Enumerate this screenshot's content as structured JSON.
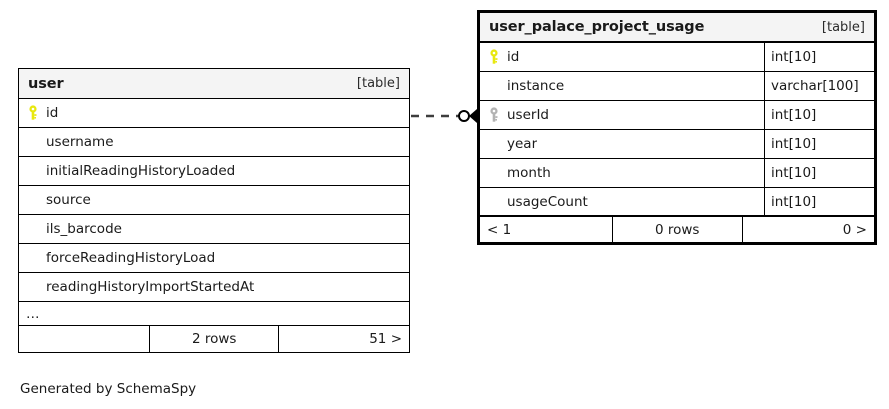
{
  "diagram": {
    "caption": "Generated by SchemaSpy",
    "entities": [
      {
        "name": "user",
        "kind": "[table]",
        "emphasis": false,
        "show_types": false,
        "columns": [
          {
            "name": "id",
            "key": "primary",
            "type": ""
          },
          {
            "name": "username",
            "key": "none",
            "type": ""
          },
          {
            "name": "initialReadingHistoryLoaded",
            "key": "none",
            "type": ""
          },
          {
            "name": "source",
            "key": "none",
            "type": ""
          },
          {
            "name": "ils_barcode",
            "key": "none",
            "type": ""
          },
          {
            "name": "forceReadingHistoryLoad",
            "key": "none",
            "type": ""
          },
          {
            "name": "readingHistoryImportStartedAt",
            "key": "none",
            "type": ""
          },
          {
            "name": "…",
            "key": "none",
            "type": "",
            "ellipsis": true
          }
        ],
        "footer": {
          "prev": "",
          "count": "2 rows",
          "next": "51 >"
        }
      },
      {
        "name": "user_palace_project_usage",
        "kind": "[table]",
        "emphasis": true,
        "show_types": true,
        "columns": [
          {
            "name": "id",
            "key": "primary",
            "type": "int[10]"
          },
          {
            "name": "instance",
            "key": "none",
            "type": "varchar[100]"
          },
          {
            "name": "userId",
            "key": "foreign",
            "type": "int[10]"
          },
          {
            "name": "year",
            "key": "none",
            "type": "int[10]"
          },
          {
            "name": "month",
            "key": "none",
            "type": "int[10]"
          },
          {
            "name": "usageCount",
            "key": "none",
            "type": "int[10]"
          }
        ],
        "footer": {
          "prev": "< 1",
          "count": "0 rows",
          "next": "0 >"
        }
      }
    ],
    "relationship": {
      "from": "user.id",
      "to": "user_palace_project_usage.userId",
      "style": "dashed",
      "source_marker": "circle",
      "target_marker": "crowsfoot-arrow"
    },
    "colors": {
      "primary_key": "#e8e80f",
      "foreign_key": "#b3b3b3",
      "border": "#000000",
      "header_fill": "#f4f4f4",
      "background": "#ffffff"
    }
  }
}
